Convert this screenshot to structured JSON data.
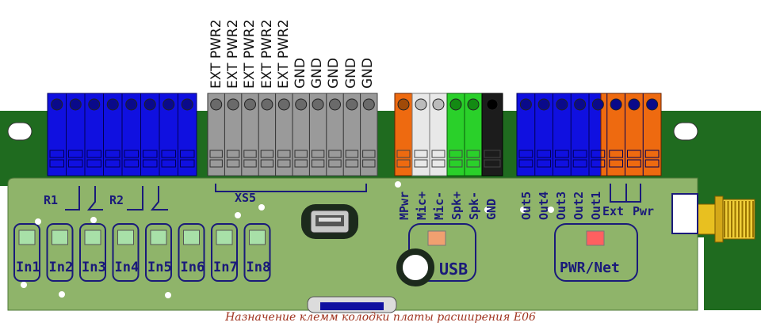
{
  "caption": "Назначение клемм колодки платы расширения E06",
  "top_labels": [
    "EXT PWR2",
    "EXT PWR2",
    "EXT PWR2",
    "EXT PWR2",
    "EXT PWR2",
    "GND",
    "GND",
    "GND",
    "GND",
    "GND"
  ],
  "board_labels": {
    "r1": "R1",
    "r2": "R2",
    "xs5": "XS5",
    "usb": "USB",
    "pwr_net": "PWR/Net",
    "ext": "Ext",
    "pwr": "Pwr"
  },
  "mid_pin_labels": [
    "MPwr",
    "Mic+",
    "Mic-",
    "Spk+",
    "Spk-",
    "GND"
  ],
  "out_pin_labels": [
    "Out5",
    "Out4",
    "Out3",
    "Out2",
    "Out1"
  ],
  "inputs": [
    "In1",
    "In2",
    "In3",
    "In4",
    "In5",
    "In6",
    "In7",
    "In8"
  ],
  "colors": {
    "pcb": "#8fb46a",
    "pcb_edge": "#1f6b1f",
    "blue_terminal": "#1010e0",
    "gray_terminal": "#9a9a9a",
    "orange_terminal": "#ee6a10",
    "white_terminal": "#e8e8e8",
    "green_terminal": "#2ad02a",
    "black_terminal": "#1c1c1c",
    "silkscreen": "#1a1a7a",
    "led": "#a8e0a8",
    "caption": "#a0331f",
    "sma": "#e8c020"
  }
}
